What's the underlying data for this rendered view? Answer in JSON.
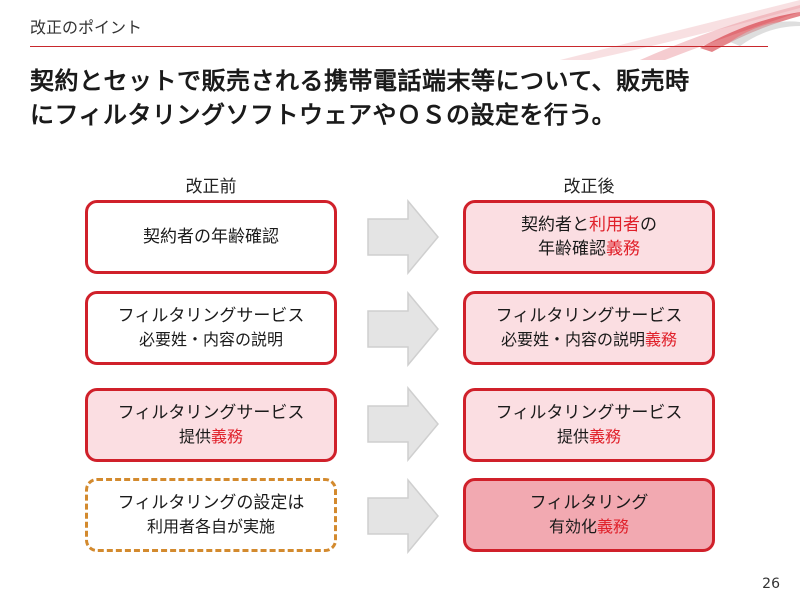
{
  "header": {
    "section_label": "改正のポイント",
    "title_line1": "契約とセットで販売される携帯電話端末等について、販売時",
    "title_line2": "にフィルタリングソフトウェアやＯＳの設定を行う。"
  },
  "columns": {
    "before": "改正前",
    "after": "改正後"
  },
  "before": [
    {
      "l1": "契約者の年齢確認",
      "l2": ""
    },
    {
      "l1": "フィルタリングサービス",
      "l2": "必要姓・内容の説明"
    },
    {
      "l1": "フィルタリングサービス",
      "l2_plain": "提供",
      "l2_red": "義務"
    },
    {
      "l1": "フィルタリングの設定は",
      "l2": "利用者各自が実施"
    }
  ],
  "after": [
    {
      "l1_plain": "契約者と",
      "l1_red": "利用者",
      "l1_tail": "の",
      "l2_plain": "年齢確認",
      "l2_red": "義務"
    },
    {
      "l1": "フィルタリングサービス",
      "l2_plain": "必要姓・内容の説明",
      "l2_red": "義務"
    },
    {
      "l1": "フィルタリングサービス",
      "l2_plain": "提供",
      "l2_red": "義務"
    },
    {
      "l1": "フィルタリング",
      "l2_plain": "有効化",
      "l2_red": "義務"
    }
  ],
  "footer": {
    "page_number": "26"
  },
  "colors": {
    "accent_red": "#d0202a",
    "highlight_text": "#e0202a",
    "pink_fill": "#fbdee2",
    "rose_fill": "#f2a9b1",
    "dashed_border": "#d38a2e",
    "arrow_fill": "#e4e4e4"
  }
}
